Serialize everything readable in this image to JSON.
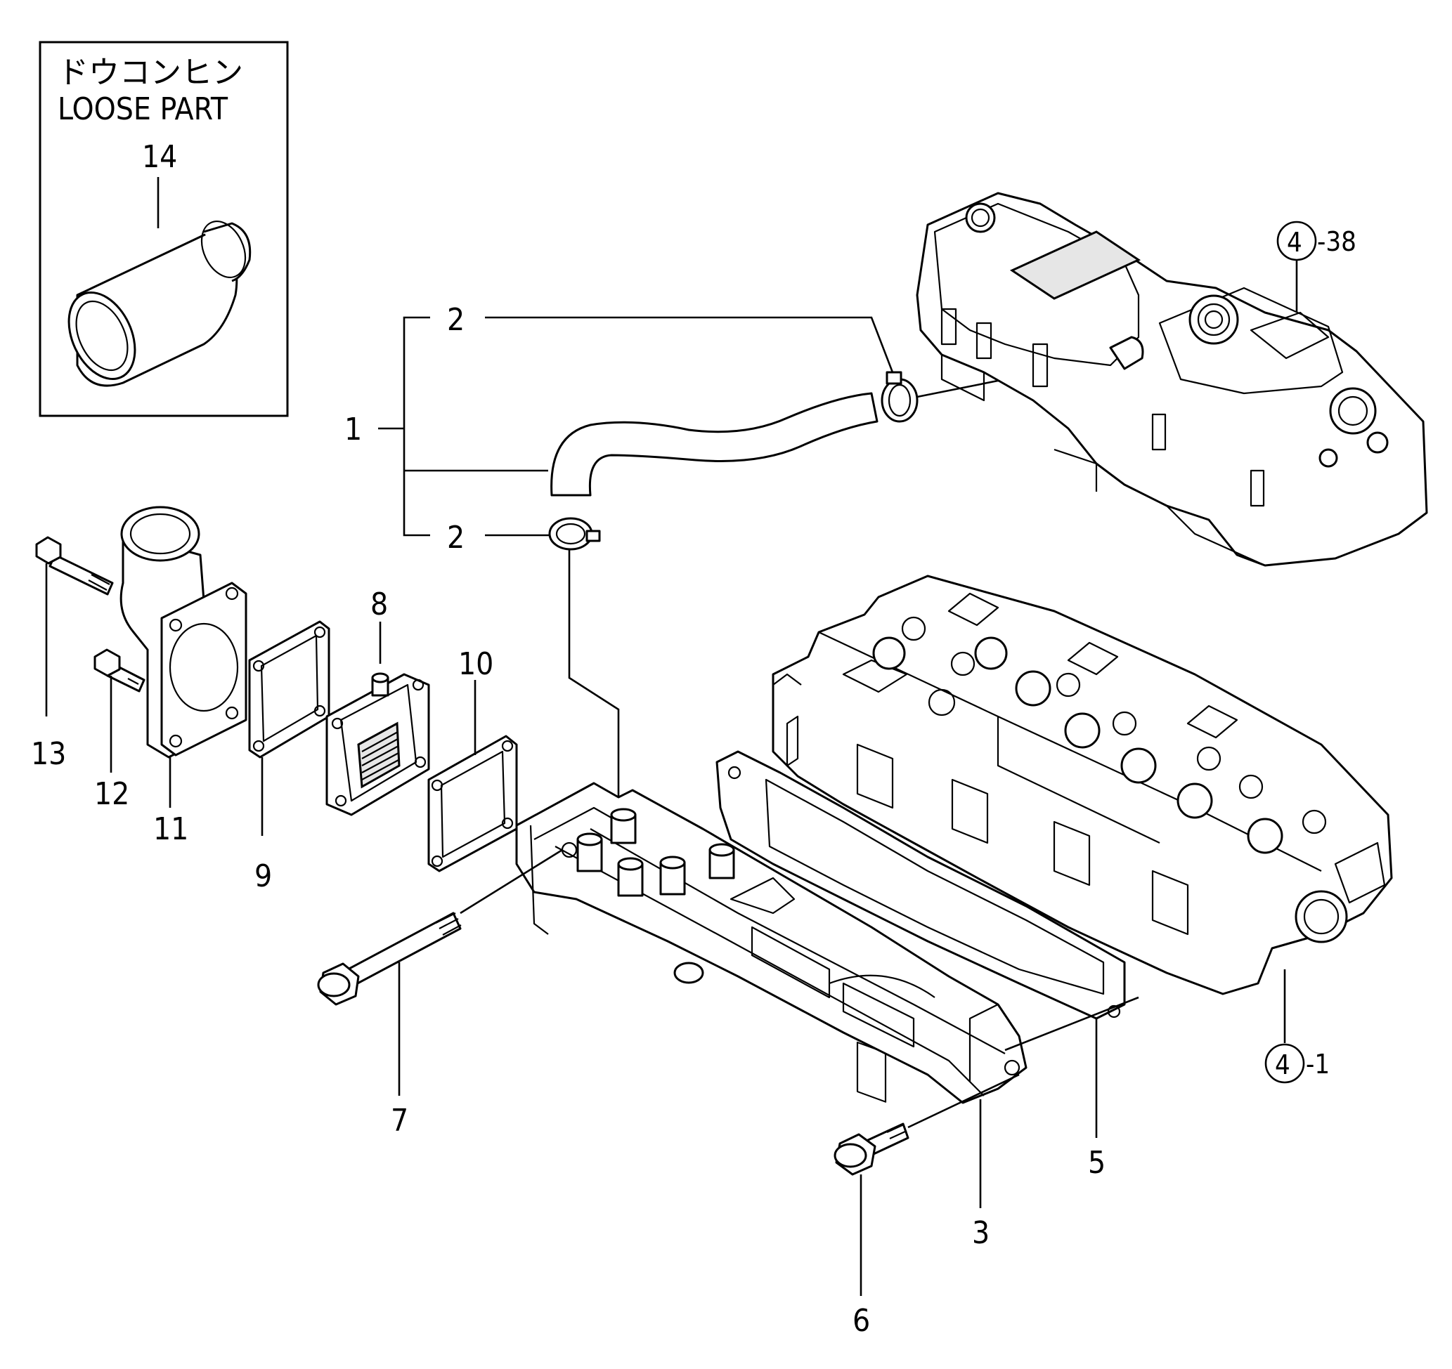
{
  "loose_part_box": {
    "title_jp": "ドウコンヒン",
    "title_en": "LOOSE PART"
  },
  "callouts": {
    "p1": "1",
    "p2a": "2",
    "p2b": "2",
    "p3": "3",
    "p4a_num": "4",
    "p4a_suffix": "-38",
    "p4b_num": "4",
    "p4b_suffix": "-1",
    "p5": "5",
    "p6": "6",
    "p7": "7",
    "p8": "8",
    "p9": "9",
    "p10": "10",
    "p11": "11",
    "p12": "12",
    "p13": "13",
    "p14": "14"
  }
}
